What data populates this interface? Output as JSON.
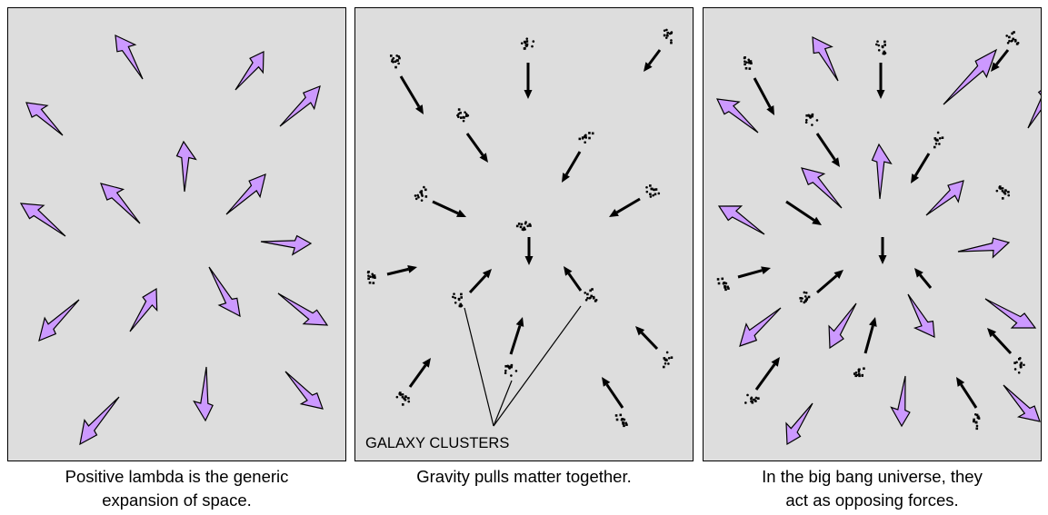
{
  "panels": [
    {
      "caption": "Positive lambda is the generic\nexpansion of space."
    },
    {
      "caption": "Gravity pulls matter together.",
      "label": "GALAXY CLUSTERS"
    },
    {
      "caption": "In the big bang universe, they\nact as opposing forces."
    }
  ],
  "colors": {
    "panel_bg": "#dddddd",
    "expansion_arrow": "#cc99ff",
    "gravity_arrow": "#000000"
  }
}
